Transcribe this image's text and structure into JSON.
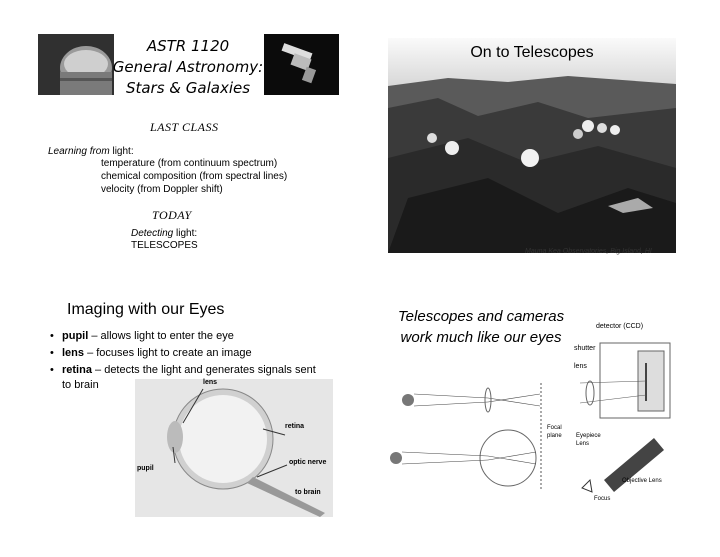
{
  "slide1": {
    "title": "ASTR 1120\nGeneral Astronomy:\nStars & Galaxies",
    "last_class": "LAST CLASS",
    "learning_prefix": "Learning from",
    "learning_suffix": " light:",
    "learning_items": [
      "temperature (from continuum spectrum)",
      "chemical composition (from spectral lines)",
      "velocity (from Doppler shift)"
    ],
    "today": "TODAY",
    "detecting_prefix": "Detecting",
    "detecting_suffix": " light:",
    "telescopes": "TELESCOPES"
  },
  "slide2": {
    "title": "On to Telescopes",
    "caption": "Mauna Kea Observatories, Big Island, HI"
  },
  "slide3": {
    "title": "Imaging with our Eyes",
    "bullets": [
      {
        "term": "pupil",
        "text": " – allows light to enter the eye"
      },
      {
        "term": "lens",
        "text": " – focuses light to create an image"
      },
      {
        "term": "retina",
        "text": " – detects the light and generates signals sent to brain"
      }
    ],
    "labels": {
      "lens": "lens",
      "retina": "retina",
      "pupil": "pupil",
      "optic_nerve": "optic nerve",
      "to_brain": "to brain"
    }
  },
  "slide4": {
    "title": "Telescopes and cameras work much like our eyes",
    "labels": {
      "detector": "detector (CCD)",
      "shutter": "shutter",
      "lens": "lens",
      "focal_plane": "Focal plane",
      "eyepiece_lens": "Eyepiece Lens",
      "objective_lens": "Objective Lens",
      "focus": "Focus"
    }
  }
}
